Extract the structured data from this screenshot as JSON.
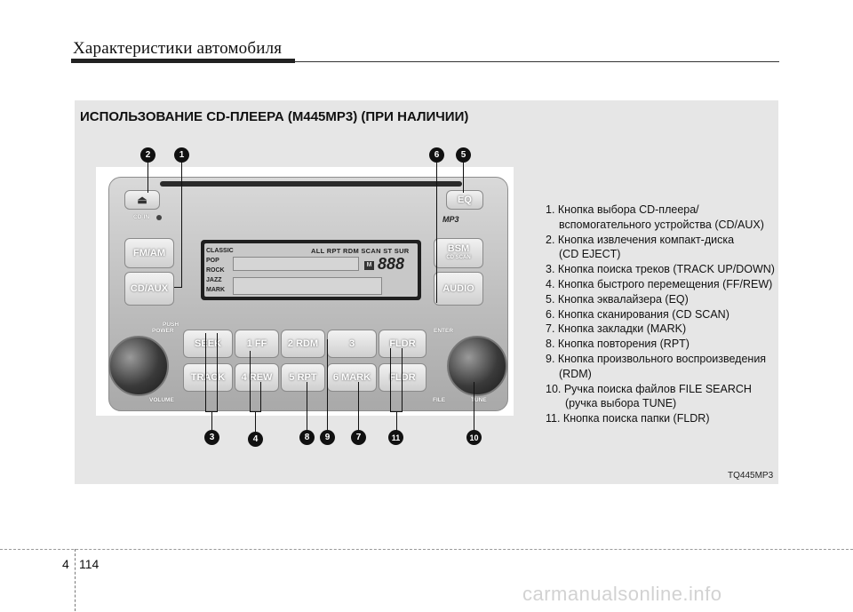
{
  "header": {
    "title": "Характеристики автомобиля"
  },
  "section": {
    "title": "ИСПОЛЬЗОВАНИЕ CD-ПЛЕЕРА (M445MP3) (ПРИ НАЛИЧИИ)"
  },
  "radio": {
    "eject_symbol": "⏏",
    "cd_in": "CD-IN",
    "eq": "EQ",
    "mp3_logo": "MP3",
    "fm_am": "FM/AM",
    "cd_aux": "CD/AUX",
    "bsm": "BSM",
    "cd_scan": "CD SCAN",
    "audio": "AUDIO",
    "push": "PUSH",
    "power": "POWER",
    "volume": "VOLUME",
    "enter": "ENTER",
    "file": "FILE",
    "tune": "TUNE",
    "seek": "SEEK",
    "track": "TRACK",
    "preset_1": "1  FF",
    "preset_2": "2 RDM",
    "preset_3": "3",
    "preset_4": "4 REW",
    "preset_5": "5 RPT",
    "preset_6": "6 MARK",
    "fldr_up": "FLDR",
    "fldr_down": "FLDR",
    "lcd": {
      "modes": [
        "CLASSIC",
        "POP",
        "ROCK",
        "JAZZ",
        "MARK"
      ],
      "indicators": "ALL  RPT  RDM  SCAN  ST  SUR",
      "m_badge": "M",
      "digits": "888"
    }
  },
  "callouts": {
    "n1": "1",
    "n2": "2",
    "n3": "3",
    "n4": "4",
    "n5": "5",
    "n6": "6",
    "n7": "7",
    "n8": "8",
    "n9": "9",
    "n10": "10",
    "n11": "11"
  },
  "list": {
    "item1a": "1. Кнопка выбора CD-плеера/",
    "item1b": "вспомогательного устройства (CD/AUX)",
    "item2a": "2. Кнопка извлечения компакт-диска",
    "item2b": "(CD EJECT)",
    "item3": "3. Кнопка поиска треков (TRACK UP/DOWN)",
    "item4": "4. Кнопка быстрого перемещения (FF/REW)",
    "item5": "5. Кнопка эквалайзера (EQ)",
    "item6": "6. Кнопка сканирования (CD SCAN)",
    "item7": "7. Кнопка закладки (MARK)",
    "item8": "8. Кнопка повторения (RPT)",
    "item9a": "9. Кнопка произвольного воспроизведения",
    "item9b": "(RDM)",
    "item10a": "10. Ручка поиска файлов FILE SEARCH",
    "item10b": "(ручка выбора TUNE)",
    "item11": "11. Кнопка поиска папки (FLDR)"
  },
  "figure_code": "TQ445MP3",
  "footer": {
    "chapter": "4",
    "page": "114",
    "watermark": "carmanualsonline.info"
  }
}
